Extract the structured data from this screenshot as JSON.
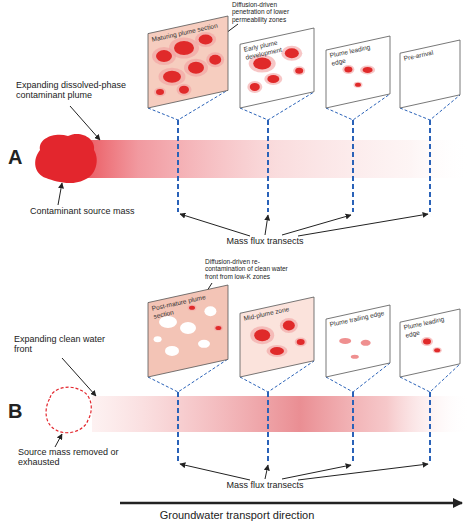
{
  "diagram": {
    "nodes": [
      {
        "text": [
          "Maturing plume section"
        ]
      },
      {
        "text": [
          "Early plume development"
        ]
      },
      {
        "text": [
          "Plume leading edge"
        ]
      },
      {
        "text": [
          "Pre-arrival"
        ]
      },
      {
        "text": [
          "Post-mature plume section"
        ]
      },
      {
        "text": [
          "Mid-plume zone"
        ]
      },
      {
        "text": [
          "Plume trailing edge"
        ]
      },
      {
        "text": [
          "Plume leading edge"
        ]
      }
    ],
    "labels": [
      "A",
      "Expanding dissolved-phase contaminant plume",
      "Contaminant source mass",
      "Diffusion-driven penetration of lower permeability zones",
      "Mass flux transects",
      "B",
      "Expanding clean water front",
      "Source mass removed or exhausted",
      "Diffusion-driven re-contamination of clean water front from low-K zones",
      "Mass flux transects",
      "Groundwater transport direction"
    ]
  }
}
